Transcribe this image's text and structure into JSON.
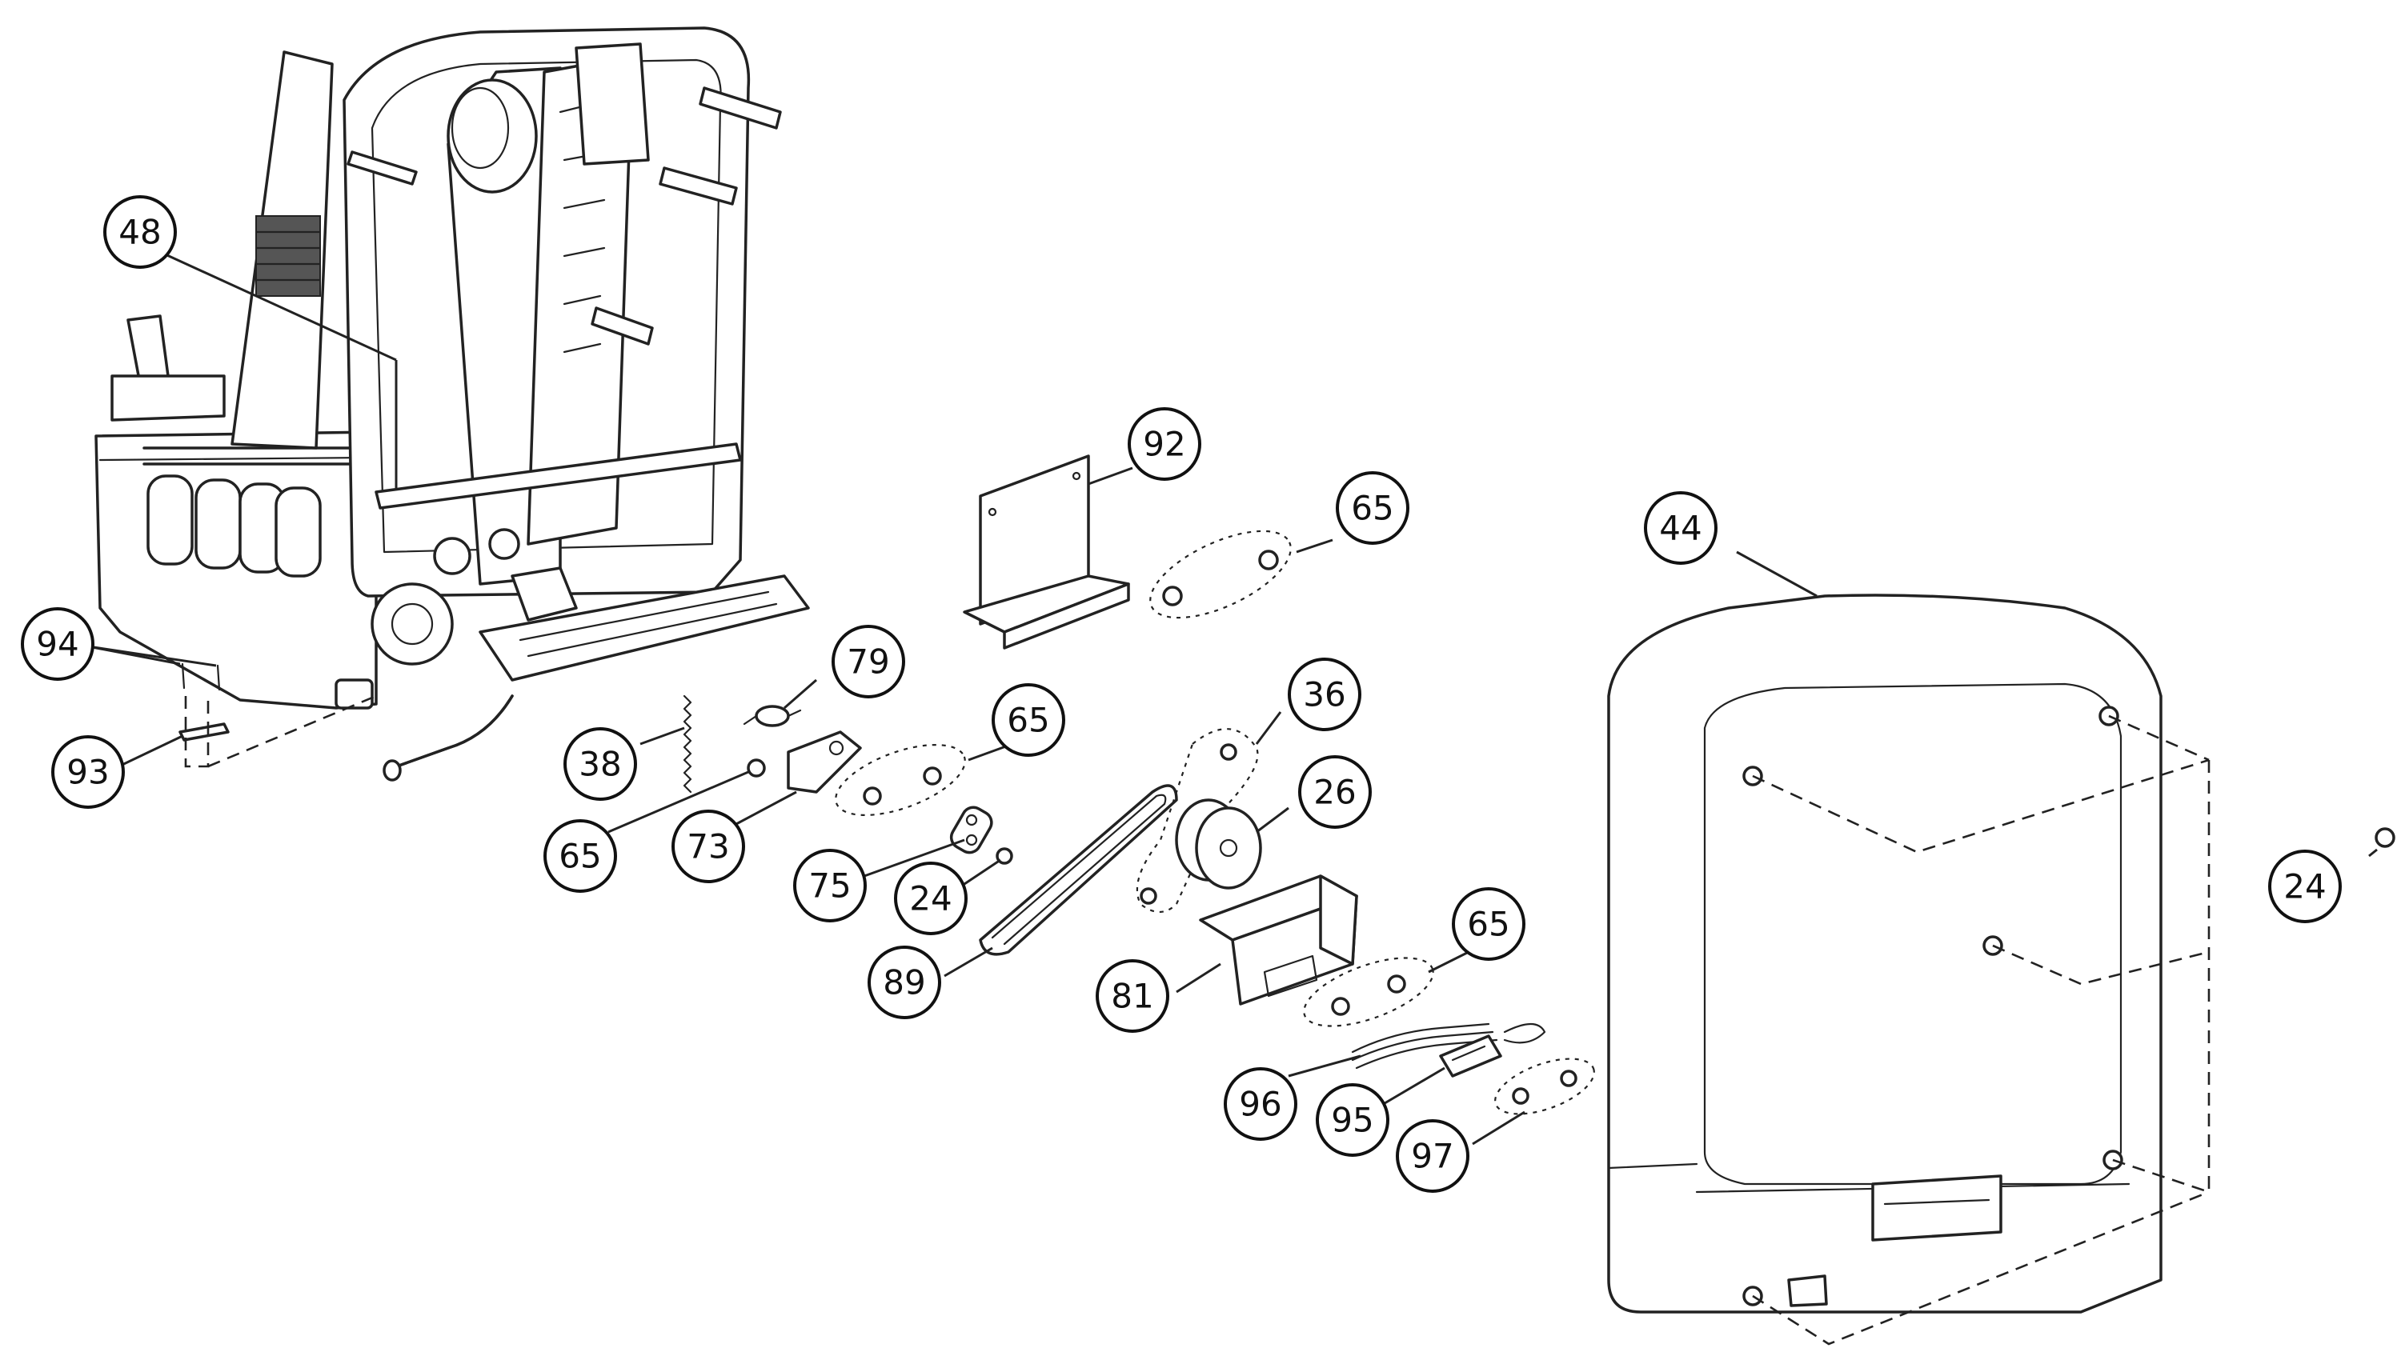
{
  "callouts": [
    {
      "id": "c48",
      "label": "48"
    },
    {
      "id": "c92",
      "label": "92"
    },
    {
      "id": "c65a",
      "label": "65"
    },
    {
      "id": "c44",
      "label": "44"
    },
    {
      "id": "c94",
      "label": "94"
    },
    {
      "id": "c93",
      "label": "93"
    },
    {
      "id": "c79",
      "label": "79"
    },
    {
      "id": "c65b",
      "label": "65"
    },
    {
      "id": "c36",
      "label": "36"
    },
    {
      "id": "c38",
      "label": "38"
    },
    {
      "id": "c65c",
      "label": "65"
    },
    {
      "id": "c73",
      "label": "73"
    },
    {
      "id": "c26",
      "label": "26"
    },
    {
      "id": "c75",
      "label": "75"
    },
    {
      "id": "c24a",
      "label": "24"
    },
    {
      "id": "c24b",
      "label": "24"
    },
    {
      "id": "c89",
      "label": "89"
    },
    {
      "id": "c81",
      "label": "81"
    },
    {
      "id": "c65d",
      "label": "65"
    },
    {
      "id": "c96",
      "label": "96"
    },
    {
      "id": "c95",
      "label": "95"
    },
    {
      "id": "c97",
      "label": "97"
    }
  ]
}
